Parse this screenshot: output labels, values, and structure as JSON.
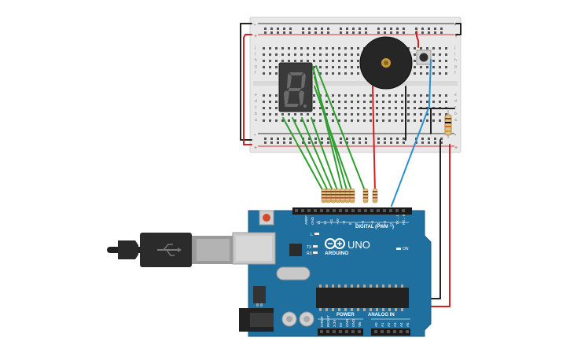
{
  "board": {
    "brand": "ARDUINO",
    "model": "UNO",
    "digital_label": "DIGITAL (PWM ~)",
    "analog_label": "ANALOG IN",
    "power_label": "POWER",
    "on_label": "ON",
    "l_label": "L",
    "tx_label": "TX",
    "rx_label": "RX",
    "aref_label": "AREF",
    "gnd_label": "GND",
    "digital_pins": [
      "13",
      "12",
      "~11",
      "~10",
      "~9",
      "8",
      "7",
      "~6",
      "~5",
      "4",
      "~3",
      "2",
      "TX→1",
      "RX←0"
    ],
    "power_pins": [
      "IOREF",
      "RESET",
      "3.3V",
      "5V",
      "GND",
      "GND",
      "Vin"
    ],
    "analog_pins": [
      "A0",
      "A1",
      "A2",
      "A3",
      "A4",
      "A5"
    ]
  },
  "breadboard": {
    "row_letters_top": [
      "j",
      "i",
      "h",
      "g",
      "f"
    ],
    "row_letters_bottom": [
      "e",
      "d",
      "c",
      "b",
      "a"
    ],
    "rail_plus": "+",
    "rail_minus": "-"
  },
  "seven_segment": {
    "digit": "8."
  },
  "colors": {
    "board_blue": "#1f6f9f",
    "wire_green": "#2e9e2e",
    "wire_red": "#d42020",
    "wire_black": "#222222",
    "wire_blue": "#2a8fd0",
    "breadboard": "#e9e9e9",
    "display": "#3a3a3a",
    "segment_off": "#6b6b6b"
  },
  "icons": {
    "usb": "usb-icon"
  }
}
